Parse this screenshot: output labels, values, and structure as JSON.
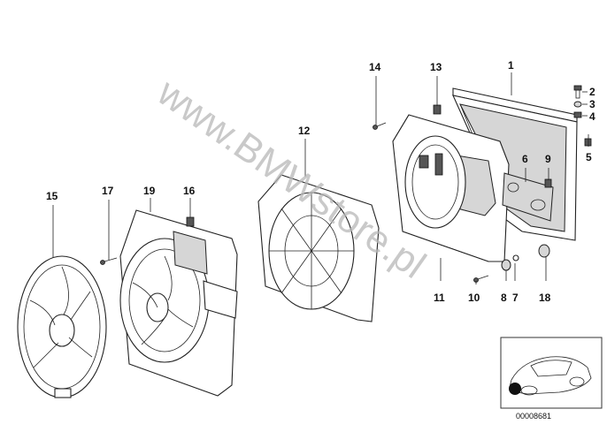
{
  "diagram": {
    "callouts": [
      "1",
      "2",
      "3",
      "4",
      "5",
      "6",
      "7",
      "8",
      "9",
      "10",
      "11",
      "12",
      "13",
      "14",
      "15",
      "16",
      "17",
      "18",
      "19"
    ],
    "watermark": "www.BMWstore.pl",
    "figure_code": "00008681"
  }
}
